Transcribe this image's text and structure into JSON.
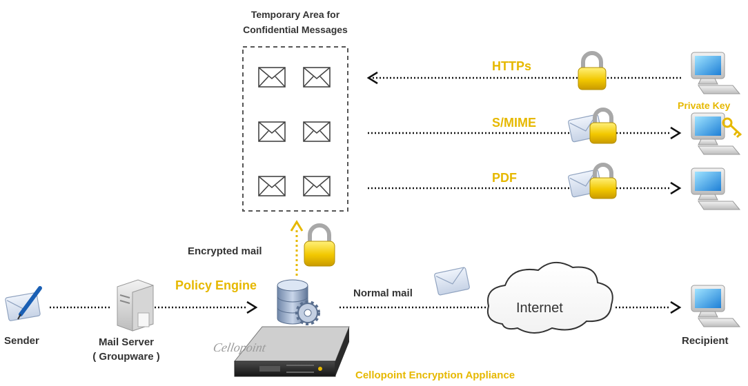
{
  "store": {
    "title_line1": "Temporary Area for",
    "title_line2": "Confidential Messages"
  },
  "channels": {
    "https": "HTTPs",
    "smime": "S/MIME",
    "pdf": "PDF",
    "private_key": "Private Key"
  },
  "flow": {
    "encrypted_mail": "Encrypted  mail",
    "policy_engine": "Policy Engine",
    "normal_mail": "Normal mail",
    "internet": "Internet"
  },
  "nodes": {
    "sender": "Sender",
    "mail_server_line1": "Mail Server",
    "mail_server_line2": "( Groupware )",
    "recipient": "Recipient",
    "appliance": "Cellopoint Encryption Appliance",
    "appliance_brand": "Cellopoint"
  },
  "colors": {
    "accent": "#e6b800",
    "text": "#333333",
    "arrow": "#111111"
  }
}
